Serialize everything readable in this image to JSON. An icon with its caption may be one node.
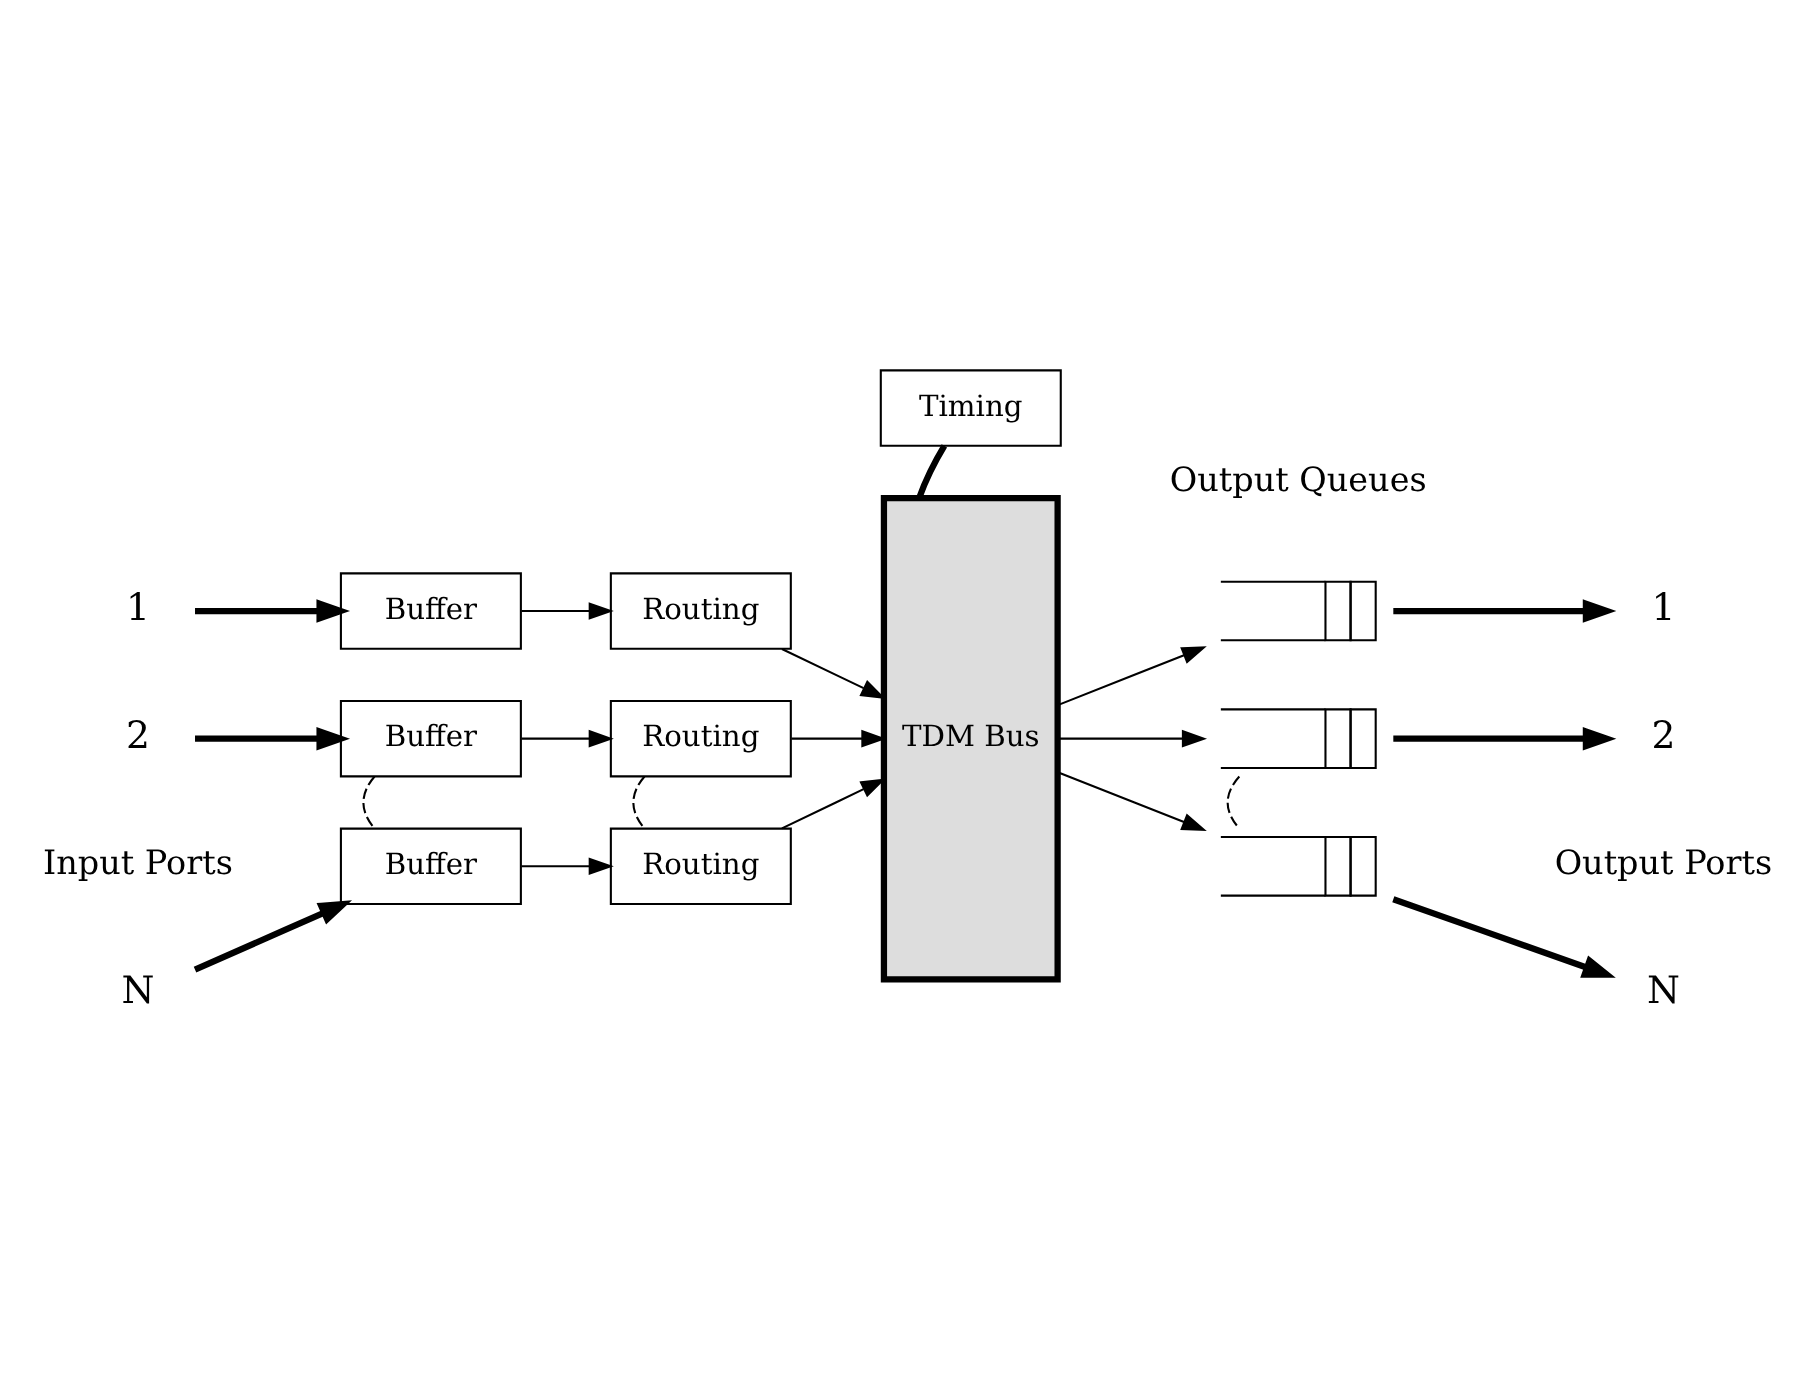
{
  "diagram": {
    "nodes": [
      {
        "text": [
          "1"
        ]
      },
      {
        "text": [
          "Buffer"
        ]
      },
      {
        "text": [
          "Routing"
        ]
      },
      {
        "text": [],
        "shape": "box"
      },
      {
        "text": [
          "1"
        ]
      },
      {
        "text": [
          "2"
        ]
      },
      {
        "text": [
          "Buffer"
        ]
      },
      {
        "text": [
          "Routing"
        ]
      },
      {
        "text": [],
        "shape": "box"
      },
      {
        "text": [
          "2"
        ]
      },
      {
        "text": [
          "N"
        ]
      },
      {
        "text": [
          "Buffer"
        ]
      },
      {
        "text": [
          "Routing"
        ]
      },
      {
        "text": [],
        "shape": "box"
      },
      {
        "text": [
          "N"
        ]
      },
      {
        "text": [
          "TDM Bus"
        ]
      },
      {
        "text": [
          "Timing"
        ]
      }
    ],
    "edges": [
      {
        "from": 0,
        "to": 1,
        "arrow": "to",
        "style": "thick"
      },
      {
        "from": 1,
        "to": 2,
        "arrow": "to"
      },
      {
        "from": 2,
        "to": 15,
        "arrow": "to"
      },
      {
        "from": 15,
        "to": 3,
        "arrow": "to"
      },
      {
        "from": 3,
        "to": 4,
        "arrow": "to",
        "style": "thick"
      },
      {
        "from": 5,
        "to": 6,
        "arrow": "to",
        "style": "thick"
      },
      {
        "from": 6,
        "to": 7,
        "arrow": "to"
      },
      {
        "from": 7,
        "to": 15,
        "arrow": "to"
      },
      {
        "from": 15,
        "to": 8,
        "arrow": "to"
      },
      {
        "from": 8,
        "to": 9,
        "arrow": "to",
        "style": "thick"
      },
      {
        "from": 10,
        "to": 11,
        "arrow": "to",
        "style": "thick"
      },
      {
        "from": 11,
        "to": 12,
        "arrow": "to"
      },
      {
        "from": 12,
        "to": 15,
        "arrow": "to"
      },
      {
        "from": 15,
        "to": 13,
        "arrow": "to"
      },
      {
        "from": 13,
        "to": 14,
        "arrow": "to",
        "style": "thick"
      },
      {
        "from": 6,
        "to": 11,
        "arrow": "none",
        "style": "dashed"
      },
      {
        "from": 7,
        "to": 12,
        "arrow": "none",
        "style": "dashed"
      },
      {
        "from": 8,
        "to": 13,
        "arrow": "none",
        "style": "dashed"
      },
      {
        "from": 16,
        "to": 15,
        "arrow": "none",
        "style": "thick"
      }
    ],
    "labels": [
      "Output Queues",
      "Input Ports",
      "Output Ports"
    ]
  }
}
